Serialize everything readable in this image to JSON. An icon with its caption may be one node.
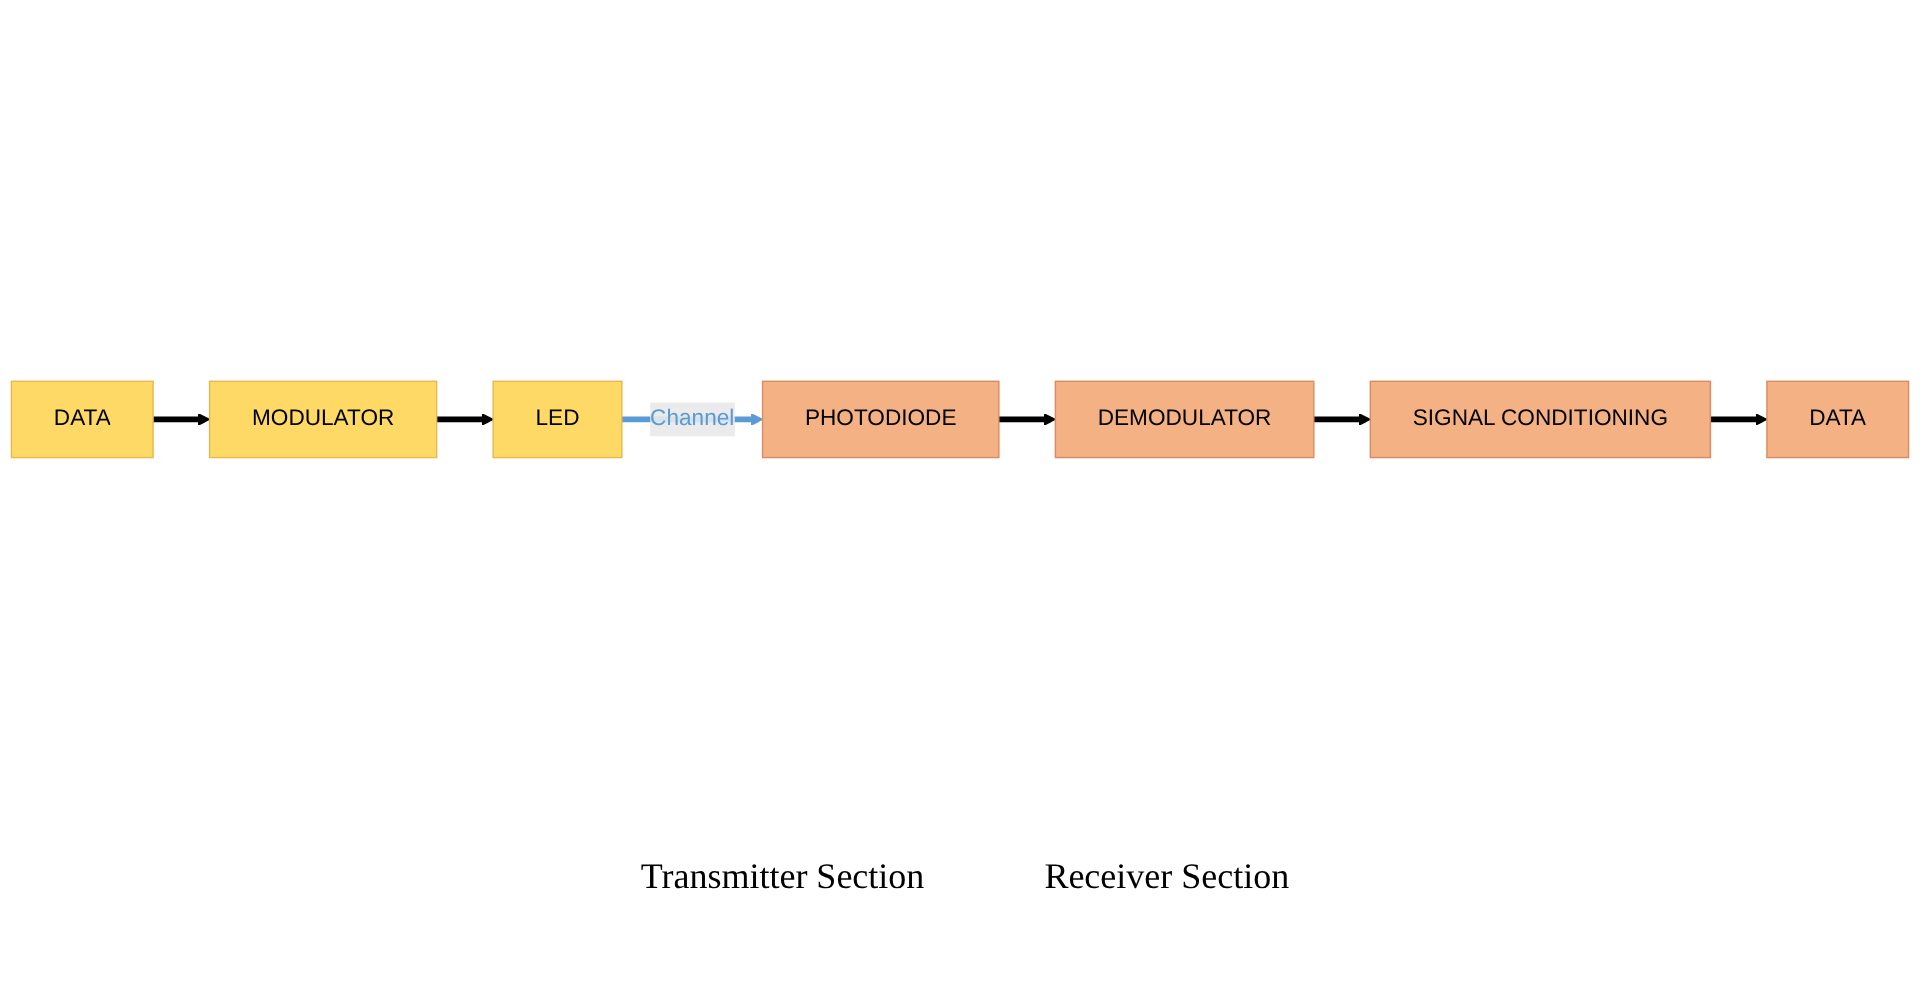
{
  "diagram": {
    "nodes": [
      {
        "text": [
          "DATA"
        ]
      },
      {
        "text": [
          "MODULATOR"
        ]
      },
      {
        "text": [
          "LED"
        ]
      },
      {
        "text": [
          "PHOTODIODE"
        ]
      },
      {
        "text": [
          "DEMODULATOR"
        ]
      },
      {
        "text": [
          "SIGNAL CONDITIONING"
        ]
      },
      {
        "text": [
          "DATA"
        ]
      }
    ],
    "edges": [
      {
        "from": 0,
        "to": 1,
        "arrow": "to"
      },
      {
        "from": 1,
        "to": 2,
        "arrow": "to"
      },
      {
        "from": 2,
        "to": 3,
        "arrow": "to",
        "label": "Channel",
        "color": "#5b9bd5"
      },
      {
        "from": 3,
        "to": 4,
        "arrow": "to"
      },
      {
        "from": 4,
        "to": 5,
        "arrow": "to"
      },
      {
        "from": 5,
        "to": 6,
        "arrow": "to"
      }
    ],
    "labels": [
      "Transmitter Section",
      "Receiver Section"
    ]
  }
}
